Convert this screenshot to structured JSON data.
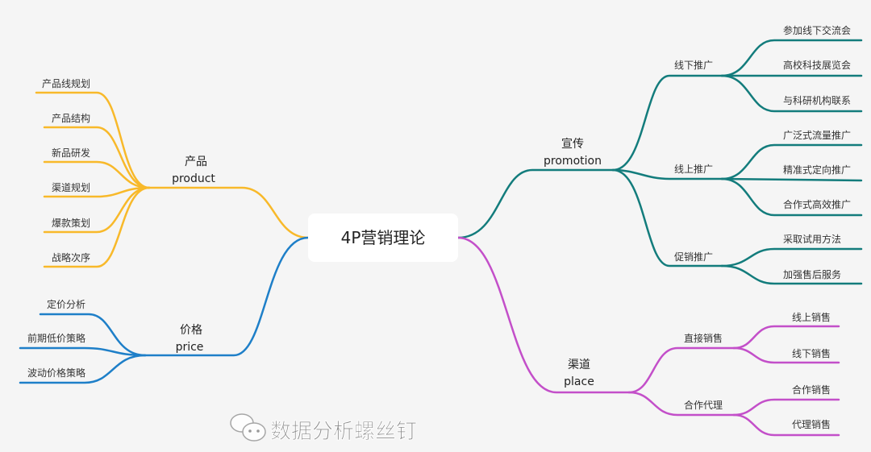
{
  "root": "4P营销理论",
  "product": {
    "title": "产品",
    "subtitle": "product",
    "children": [
      "产品线规划",
      "产品结构",
      "新品研发",
      "渠道规划",
      "爆款策划",
      "战略次序"
    ]
  },
  "price": {
    "title": "价格",
    "subtitle": "price",
    "children": [
      "定价分析",
      "前期低价策略",
      "波动价格策略"
    ]
  },
  "promotion": {
    "title": "宣传",
    "subtitle": "promotion",
    "children": [
      {
        "label": "线下推广",
        "children": [
          "参加线下交流会",
          "高校科技展览会",
          "与科研机构联系"
        ]
      },
      {
        "label": "线上推广",
        "children": [
          "广泛式流量推广",
          "精准式定向推广",
          "合作式高效推广"
        ]
      },
      {
        "label": "促销推广",
        "children": [
          "采取试用方法",
          "加强售后服务"
        ]
      }
    ]
  },
  "place": {
    "title": "渠道",
    "subtitle": "place",
    "children": [
      {
        "label": "直接销售",
        "children": [
          "线上销售",
          "线下销售"
        ]
      },
      {
        "label": "合作代理",
        "children": [
          "合作销售",
          "代理销售"
        ]
      }
    ]
  },
  "watermark": "数据分析螺丝钉",
  "colors": {
    "product": "#f8b92a",
    "price": "#1e7fc8",
    "promotion": "#137c7c",
    "place": "#c34fc9"
  }
}
